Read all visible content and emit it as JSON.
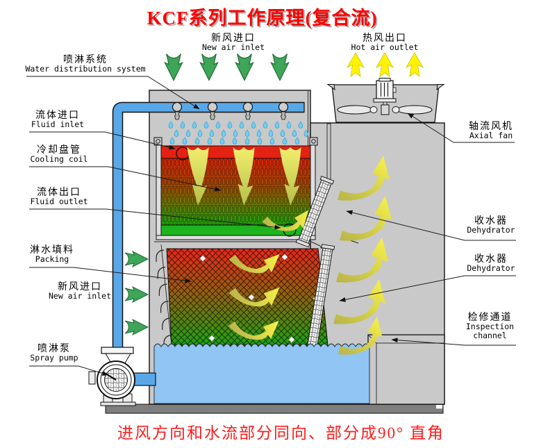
{
  "title": "KCF系列工作原理(复合流)",
  "caption": "进风方向和水流部分同向、部分成90° 直角",
  "labels": {
    "water_distribution": {
      "zh": "喷淋系统",
      "en": "Water distribution system"
    },
    "fluid_inlet": {
      "zh": "流体进口",
      "en": "Fluid inlet"
    },
    "cooling_coil": {
      "zh": "冷却盘管",
      "en": "Cooling coil"
    },
    "fluid_outlet": {
      "zh": "流体出口",
      "en": "Fluid outlet"
    },
    "packing": {
      "zh": "淋水填料",
      "en": "Packing"
    },
    "new_air_inlet_left": {
      "zh": "新风进口",
      "en": "New air inlet"
    },
    "spray_pump": {
      "zh": "喷淋泵",
      "en": "Spray pump"
    },
    "new_air_inlet_top": {
      "zh": "新风进口",
      "en": "New air inlet"
    },
    "hot_air_outlet": {
      "zh": "热风出口",
      "en": "Hot air outlet"
    },
    "axial_fan": {
      "zh": "轴流风机",
      "en": "Axial fan"
    },
    "dehydrator_upper": {
      "zh": "收水器",
      "en": "Dehydrator"
    },
    "dehydrator_lower": {
      "zh": "收水器",
      "en": "Dehydrator"
    },
    "inspection_channel": {
      "zh": "检修通道",
      "en": "Inspection",
      "en2": "channel"
    }
  },
  "colors": {
    "title_red": "#ff0000",
    "caption_red": "#fe1b1b",
    "tower_gray": "#c9c9c9",
    "base_gray": "#7e7e7e",
    "pipe_blue": "#58a8e8",
    "droplet_blue": "#70cff2",
    "water_blue": "#90c5f4",
    "hot_fluid_red": "#e32213",
    "cold_fluid_green": "#1db41d",
    "fresh_air_green": "#3fa558",
    "hot_air_yellow": "#fff200",
    "airflow_yellow": "#f2ec45"
  }
}
